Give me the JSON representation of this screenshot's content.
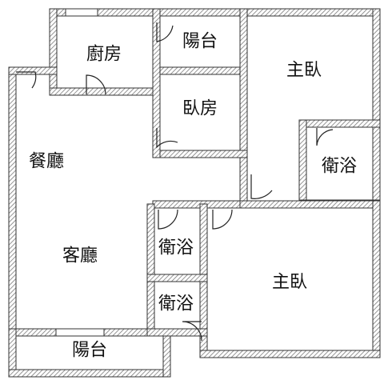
{
  "floor_plan": {
    "rooms": {
      "kitchen": "廚房",
      "balcony_top": "陽台",
      "master_bedroom_top": "主臥",
      "bedroom": "臥房",
      "bath_master": "衛浴",
      "dining": "餐廳",
      "living": "客廳",
      "bath_middle": "衛浴",
      "bath_lower": "衛浴",
      "master_bedroom_bottom": "主臥",
      "balcony_bottom": "陽台"
    },
    "colors": {
      "wall_fill": "#ffffff",
      "wall_hatch": "#7a7a7a",
      "wall_edge": "#333333",
      "label": "#111111",
      "background": "#ffffff"
    }
  }
}
